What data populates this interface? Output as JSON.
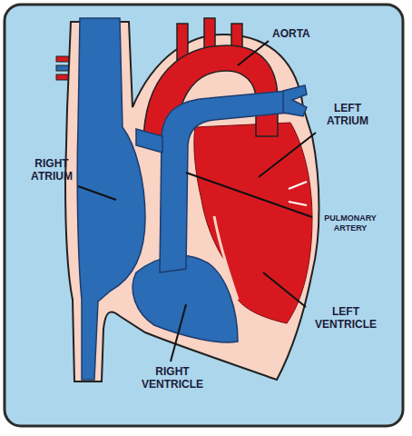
{
  "diagram": {
    "labels": [
      "AORTA",
      "RIGHT ATRIUM",
      "LEFT ATRIUM",
      "PULMONARY ARTERY",
      "LEFT VENTRICLE",
      "RIGHT VENTRICLE"
    ]
  }
}
